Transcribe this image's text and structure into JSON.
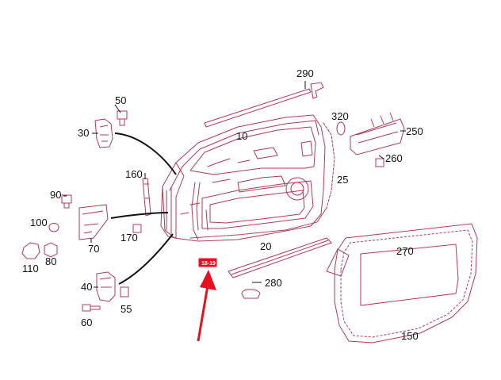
{
  "diagram": {
    "part_labels": {
      "p290": "290",
      "p50": "50",
      "p30": "30",
      "p10": "10",
      "p320": "320",
      "p250": "250",
      "p260": "260",
      "p160": "160",
      "p25": "25",
      "p90": "90",
      "p100": "100",
      "p170": "170",
      "p70": "70",
      "p110": "110",
      "p80": "80",
      "p20": "20",
      "p270": "270",
      "p280": "280",
      "p40": "40",
      "p55": "55",
      "p60": "60",
      "p150": "150"
    },
    "highlight_label": "18-19",
    "colors": {
      "line": "#b03a55",
      "text": "#111111",
      "arrow": "#e8101e",
      "highlight": "#e8101e"
    }
  }
}
